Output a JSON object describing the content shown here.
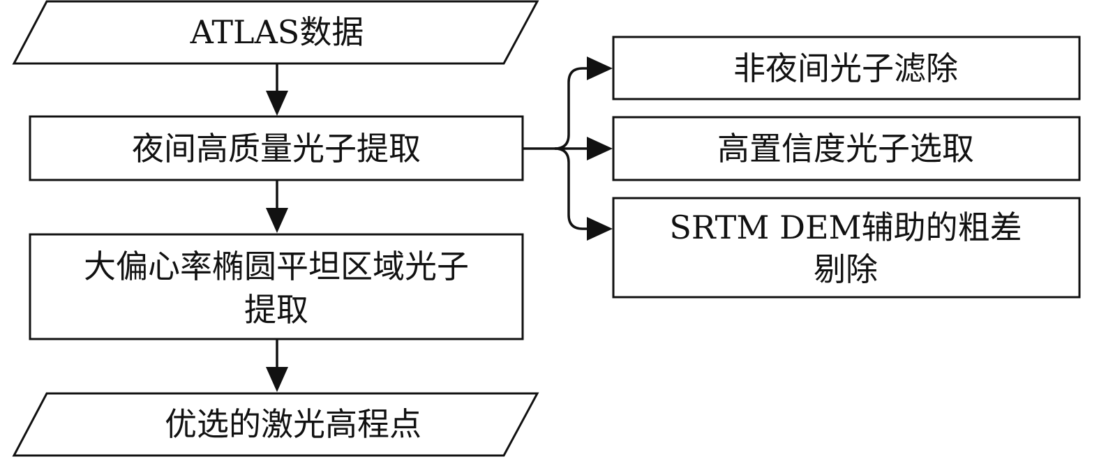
{
  "nodes": {
    "input": {
      "text": "ATLAS数据",
      "shape": "parallelogram"
    },
    "night_extract": {
      "text": "夜间高质量光子提取",
      "shape": "rectangle"
    },
    "ellipse_extract": {
      "lines": [
        "大偏心率椭圆平坦区域光子",
        "提取"
      ],
      "shape": "rectangle"
    },
    "output": {
      "text": "优选的激光高程点",
      "shape": "parallelogram"
    },
    "non_night_filter": {
      "text": "非夜间光子滤除",
      "shape": "rectangle"
    },
    "high_conf_select": {
      "text": "高置信度光子选取",
      "shape": "rectangle"
    },
    "srtm_removal": {
      "lines": [
        "SRTM DEM辅助的粗差",
        "剔除"
      ],
      "shape": "rectangle"
    }
  },
  "edges": [
    {
      "from": "input",
      "to": "night_extract"
    },
    {
      "from": "night_extract",
      "to": "ellipse_extract"
    },
    {
      "from": "ellipse_extract",
      "to": "output"
    },
    {
      "from": "night_extract",
      "to": "non_night_filter"
    },
    {
      "from": "night_extract",
      "to": "high_conf_select"
    },
    {
      "from": "night_extract",
      "to": "srtm_removal"
    }
  ],
  "colors": {
    "stroke": "#111111",
    "fill": "#ffffff",
    "text": "#111111"
  }
}
